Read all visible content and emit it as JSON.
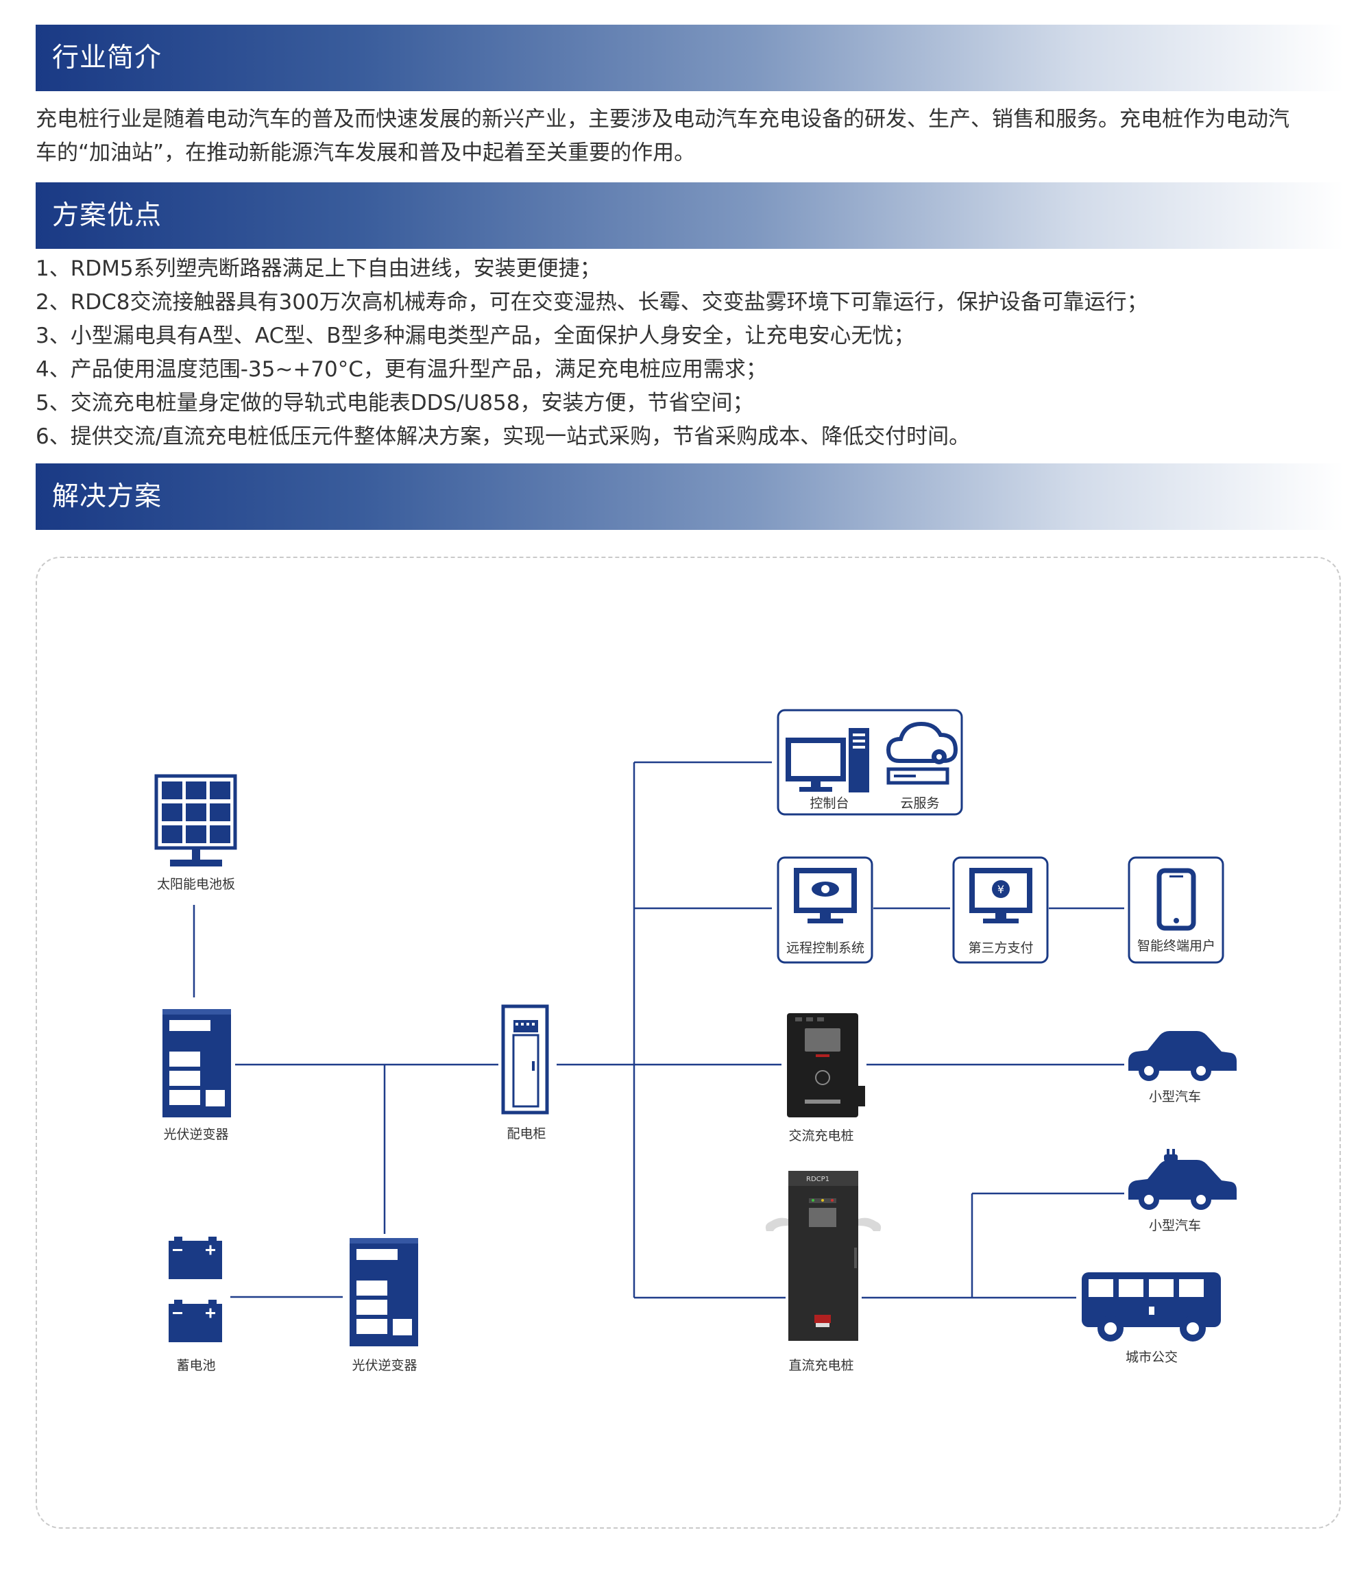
{
  "sections": {
    "intro_title": "行业简介",
    "advantages_title": "方案优点",
    "solution_title": "解决方案"
  },
  "intro": {
    "line1": "充电桩行业是随着电动汽车的普及而快速发展的新兴产业，主要涉及电动汽车充电设备的研发、生产、销售和服务。充电桩作为电动汽",
    "line2": "车的“加油站”，在推动新能源汽车发展和普及中起着至关重要的作用。"
  },
  "advantages": [
    "1、RDM5系列塑壳断路器满足上下自由进线，安装更便捷；",
    "2、RDC8交流接触器具有300万次高机械寿命，可在交变湿热、长霉、交变盐雾环境下可靠运行，保护设备可靠运行；",
    "3、小型漏电具有A型、AC型、B型多种漏电类型产品，全面保护人身安全，让充电安心无忧；",
    "4、产品使用温度范围-35~+70°C，更有温升型产品，满足充电桩应用需求；",
    "5、交流充电桩量身定做的导轨式电能表DDS/U858，安装方便，节省空间；",
    "6、提供交流/直流充电桩低压元件整体解决方案，实现一站式采购，节省采购成本、降低交付时间。"
  ],
  "diagram": {
    "solar_panel": "太阳能电池板",
    "pv_inverter_top": "光伏逆变器",
    "distribution_cabinet": "配电柜",
    "battery": "蓄电池",
    "pv_inverter_bottom": "光伏逆变器",
    "console": "控制台",
    "cloud_service": "云服务",
    "remote_control": "远程控制系统",
    "third_party_payment": "第三方支付",
    "smart_terminal": "智能终端用户",
    "ac_charger": "交流充电桩",
    "dc_charger": "直流充电桩",
    "small_car_1": "小型汽车",
    "small_car_2": "小型汽车",
    "city_bus": "城市公交",
    "dc_brand_text": "RDCP1"
  },
  "colors": {
    "navy": "#1a3a85",
    "line": "#1f3d8a",
    "charger_dark": "#2b2b2b"
  }
}
